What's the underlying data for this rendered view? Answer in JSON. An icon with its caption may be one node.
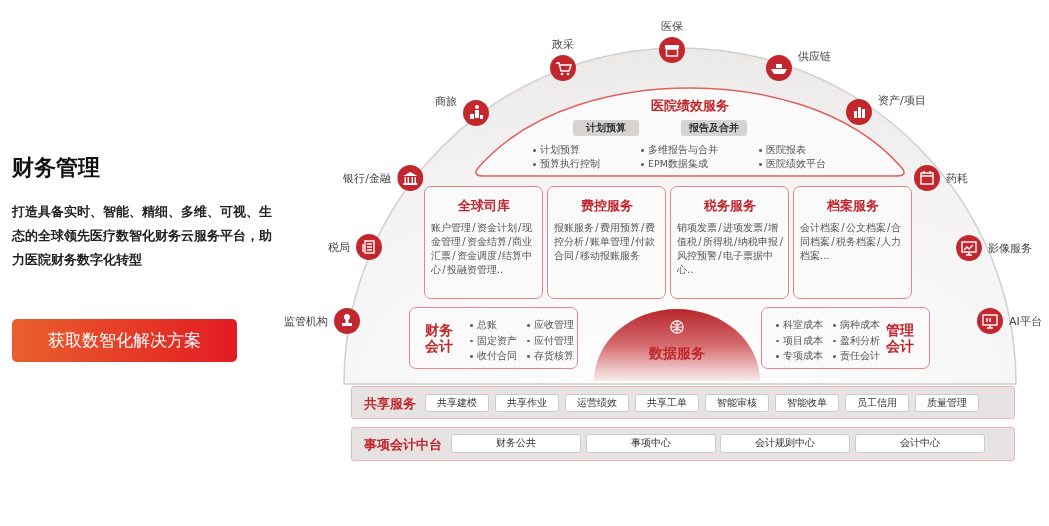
{
  "diagram": {
    "title": "财务管理",
    "nodes": [
      {
        "text": [
          "监管机构"
        ]
      },
      {
        "text": [
          "税局"
        ]
      },
      {
        "text": [
          "银行/金融"
        ]
      },
      {
        "text": [
          "商旅"
        ]
      },
      {
        "text": [
          "政采"
        ]
      },
      {
        "text": [
          "医保"
        ]
      },
      {
        "text": [
          "供应链"
        ]
      },
      {
        "text": [
          "资产/项目"
        ]
      },
      {
        "text": [
          "药耗"
        ]
      },
      {
        "text": [
          "影像服务"
        ]
      },
      {
        "text": [
          "AI平台"
        ]
      },
      {
        "text": [
          "医院绩效服务",
          "计划预算",
          "预算执行控制",
          "多维报告与合并",
          "EPM数据集成",
          "医院报表",
          "医院绩效平台"
        ]
      },
      {
        "text": [
          "计划预算"
        ],
        "in": 11
      },
      {
        "text": [
          "报告及合并"
        ],
        "in": 11
      },
      {
        "text": [
          "全球司库",
          "账户管理 / 资金计划 / 现金管理 / 资金结算 / 商业汇票 / 资金调度 / 结算中心 / 投融资管理.."
        ]
      },
      {
        "text": [
          "费控服务",
          "报账服务 / 费用预算 / 费控分析 / 账单管理 / 付款合同 / 移动报账服务"
        ]
      },
      {
        "text": [
          "税务服务",
          "销项发票 / 进项发票 / 增值税 / 所得税 / 纳税申报 / 风控预警 / 电子票据中心.."
        ]
      },
      {
        "text": [
          "档案服务",
          "会计档案 / 公文档案 / 合同档案 / 税务档案 / 人力档案..."
        ]
      },
      {
        "text": [
          "财务会计",
          "总账",
          "应收管理",
          "固定资产",
          "应付管理",
          "收付合同",
          "存货核算"
        ]
      },
      {
        "text": [
          "数据服务"
        ]
      },
      {
        "text": [
          "科室成本",
          "病种成本",
          "项目成本",
          "盈利分析",
          "专项成本",
          "责任会计",
          "管理会计"
        ]
      },
      {
        "text": [
          "共享服务"
        ]
      },
      {
        "text": [
          "共享建模"
        ],
        "in": 21
      },
      {
        "text": [
          "共享作业"
        ],
        "in": 21
      },
      {
        "text": [
          "运营绩效"
        ],
        "in": 21
      },
      {
        "text": [
          "共享工单"
        ],
        "in": 21
      },
      {
        "text": [
          "智能审核"
        ],
        "in": 21
      },
      {
        "text": [
          "智能收单"
        ],
        "in": 21
      },
      {
        "text": [
          "员工信用"
        ],
        "in": 21
      },
      {
        "text": [
          "质量管理"
        ],
        "in": 21
      },
      {
        "text": [
          "事项会计中台"
        ]
      },
      {
        "text": [
          "财务公共"
        ],
        "in": 30
      },
      {
        "text": [
          "事项中心"
        ],
        "in": 30
      },
      {
        "text": [
          "会计规则中心"
        ],
        "in": 30
      },
      {
        "text": [
          "会计中心"
        ],
        "in": 30
      }
    ],
    "edges": [],
    "labels": [
      "打造具备实时、智能、精细、多维、可视、生态的全球领先医疗数智化财务云服务平台，助力医院财务数字化转型",
      "获取数智化解决方案"
    ]
  }
}
